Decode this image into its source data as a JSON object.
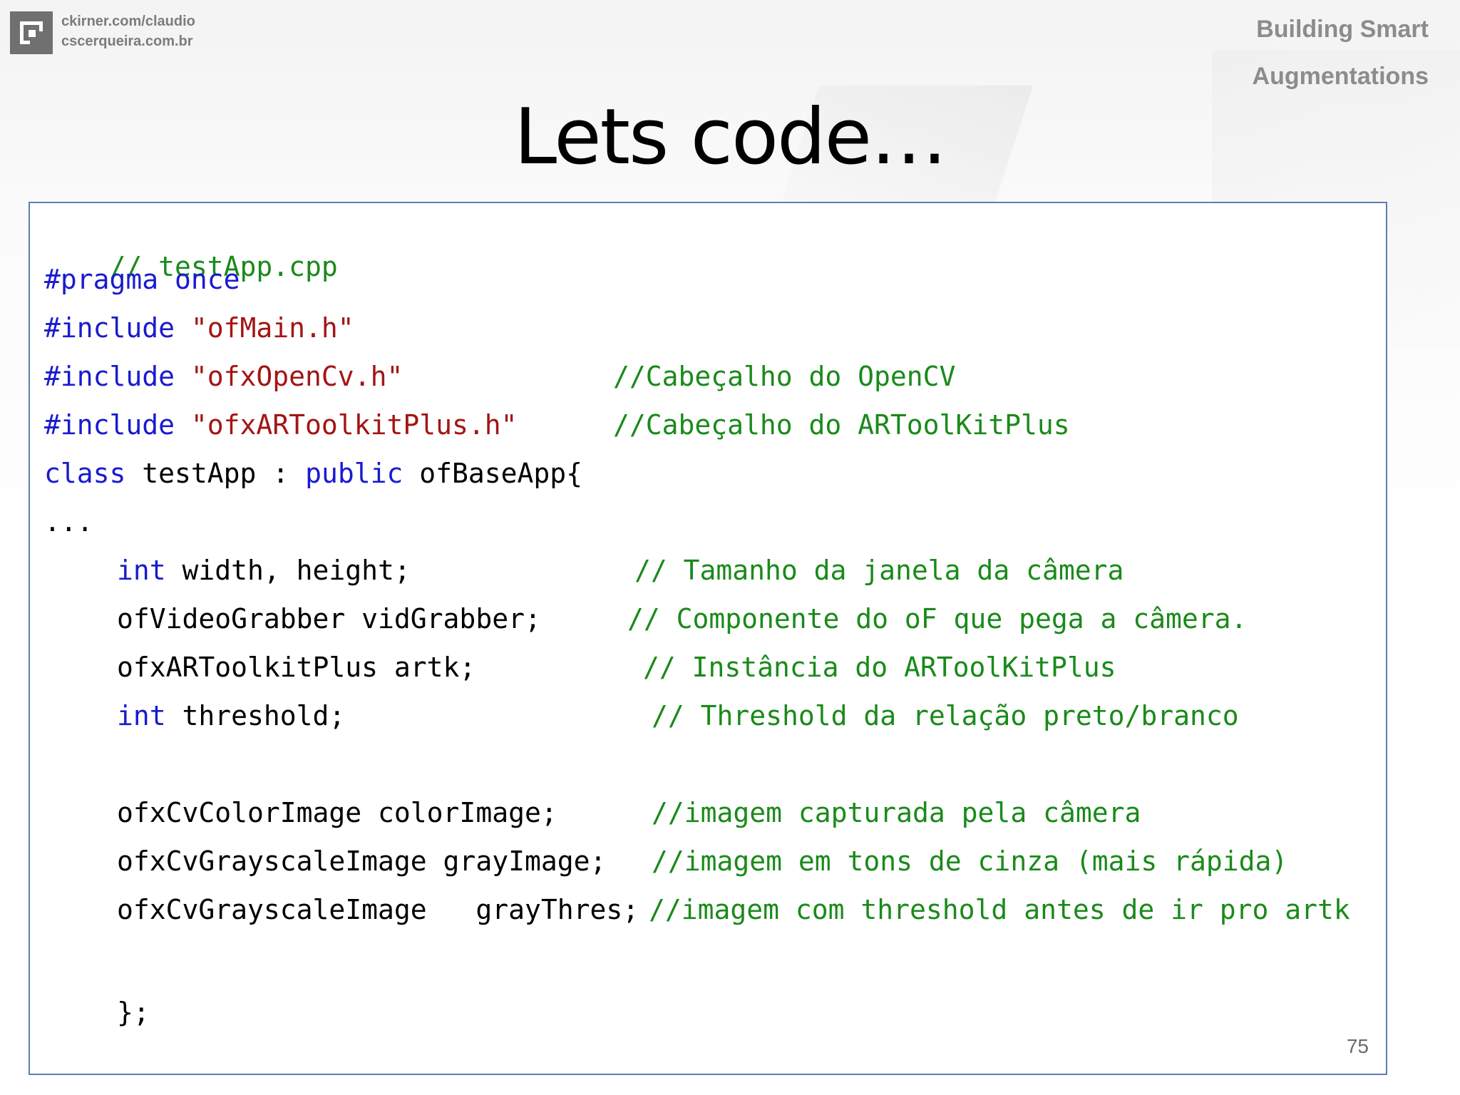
{
  "header": {
    "site_line1": "ckirner.com/claudio",
    "site_line2": "cscerqueira.com.br",
    "course_line1": "Building Smart",
    "course_line2": "Augmentations"
  },
  "slide": {
    "title": "Lets code…",
    "page_number": "75"
  },
  "colors": {
    "comment": "#1a8a1a",
    "keyword": "#1a1ad0",
    "string": "#a31515",
    "code_box_border": "#5b7fb3"
  },
  "code": {
    "line01": {
      "comment": "// testApp.cpp"
    },
    "line02": {
      "kw1": "#pragma",
      "kw2": " once"
    },
    "line03": {
      "kw": "#include",
      "str": " \"ofMain.h\""
    },
    "line04": {
      "kw": "#include",
      "str": " \"ofxOpenCv.h\"",
      "comment": "//Cabeçalho do OpenCV"
    },
    "line05": {
      "kw": "#include",
      "str": " \"ofxARToolkitPlus.h\"",
      "comment": "//Cabeçalho do ARToolKitPlus"
    },
    "line06": {
      "kw1": "class",
      "text1": " testApp : ",
      "kw2": "public",
      "text2": " ofBaseApp{"
    },
    "line07": {
      "text": "..."
    },
    "line08": {
      "kw": "int",
      "text": " width, height;",
      "comment": "// Tamanho da janela da câmera"
    },
    "line09": {
      "text": "ofVideoGrabber vidGrabber;",
      "comment": "// Componente do oF que pega a câmera."
    },
    "line10": {
      "text": "ofxARToolkitPlus artk;",
      "comment": "// Instância do ARToolKitPlus"
    },
    "line11": {
      "kw": "int",
      "text": " threshold;",
      "comment": "// Threshold da relação preto/branco"
    },
    "line12": {
      "text": "ofxCvColorImage colorImage;",
      "comment": "//imagem capturada pela câmera"
    },
    "line13": {
      "text": "ofxCvGrayscaleImage grayImage;",
      "comment": "//imagem em tons de cinza (mais rápida)"
    },
    "line14": {
      "text": "ofxCvGrayscaleImage   grayThres;",
      "comment": "//imagem com threshold antes de ir pro artk"
    },
    "line15": {
      "text": "};"
    }
  }
}
